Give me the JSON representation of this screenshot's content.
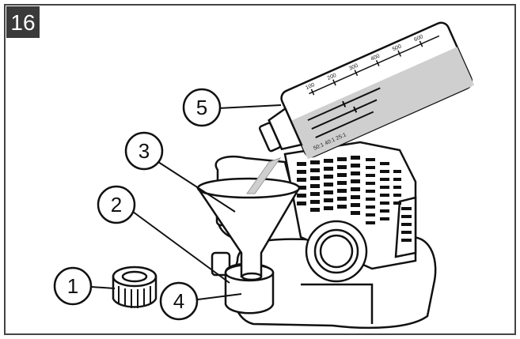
{
  "figure": {
    "number": "16",
    "number_badge_color": "#3a3a3a",
    "frame_color": "#444444"
  },
  "callouts": [
    {
      "label": "1",
      "part": "fuel-cap"
    },
    {
      "label": "2",
      "part": "tank-neck"
    },
    {
      "label": "3",
      "part": "funnel"
    },
    {
      "label": "4",
      "part": "fuel-tank"
    },
    {
      "label": "5",
      "part": "mixing-bottle"
    }
  ],
  "bottle": {
    "scale_labels": [
      "100",
      "200",
      "300",
      "400",
      "500",
      "600"
    ],
    "side_label": "50:1 40:1 25:1"
  }
}
